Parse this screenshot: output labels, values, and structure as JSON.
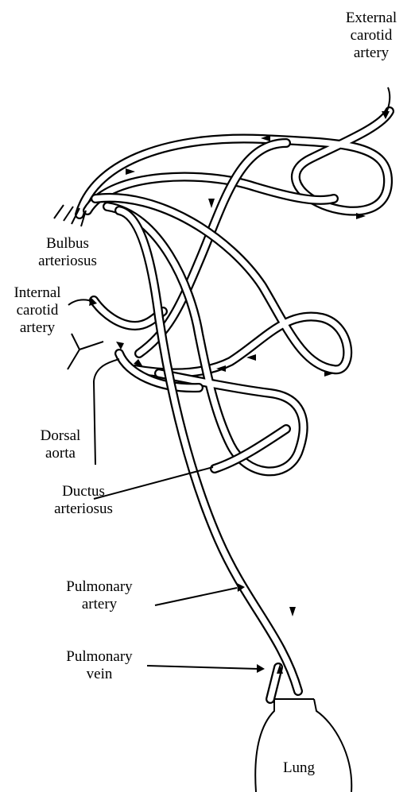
{
  "labels": {
    "external_carotid": [
      "External",
      "carotid",
      "artery"
    ],
    "bulbus": [
      "Bulbus",
      "arteriosus"
    ],
    "internal_carotid": [
      "Internal",
      "carotid",
      "artery"
    ],
    "dorsal_aorta": [
      "Dorsal",
      "aorta"
    ],
    "ductus": [
      "Ductus",
      "arteriosus"
    ],
    "pulmonary_artery": [
      "Pulmonary",
      "artery"
    ],
    "pulmonary_vein": [
      "Pulmonary",
      "vein"
    ],
    "lung": "Lung"
  },
  "colors": {
    "stroke": "#000000",
    "background": "#ffffff"
  }
}
